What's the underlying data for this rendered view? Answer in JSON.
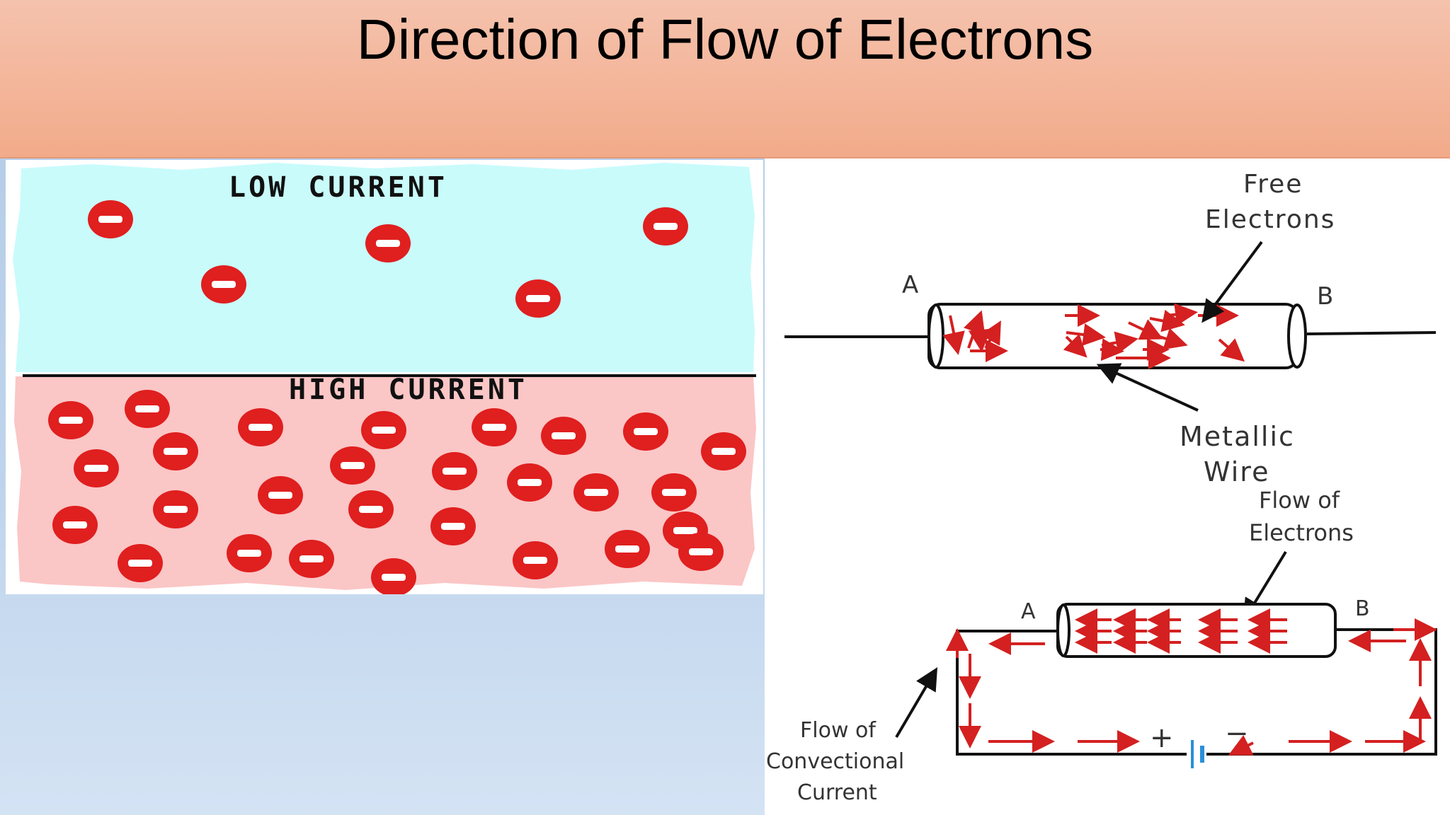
{
  "slide": {
    "title": "Direction of Flow of Electrons"
  },
  "low_high_panel": {
    "low_label": "LOW CURRENT",
    "high_label": "HIGH CURRENT",
    "electron_symbol": "−",
    "colors": {
      "low_bg": "#c9fbfb",
      "high_bg": "#fbc6c6",
      "electron": "#e01f1f"
    }
  },
  "wire_diagram": {
    "end_a": "A",
    "end_b": "B",
    "free_electrons_label_1": "Free",
    "free_electrons_label_2": "Electrons",
    "metallic_wire_label_1": "Metallic",
    "metallic_wire_label_2": "Wire"
  },
  "circuit_diagram": {
    "end_a": "A",
    "end_b": "B",
    "flow_electrons_label_1": "Flow of",
    "flow_electrons_label_2": "Electrons",
    "conventional_label_1": "Flow of",
    "conventional_label_2": "Convectional",
    "conventional_label_3": "Current",
    "plus_sign": "+",
    "minus_sign": "−",
    "arrow_color": "#d42020"
  }
}
